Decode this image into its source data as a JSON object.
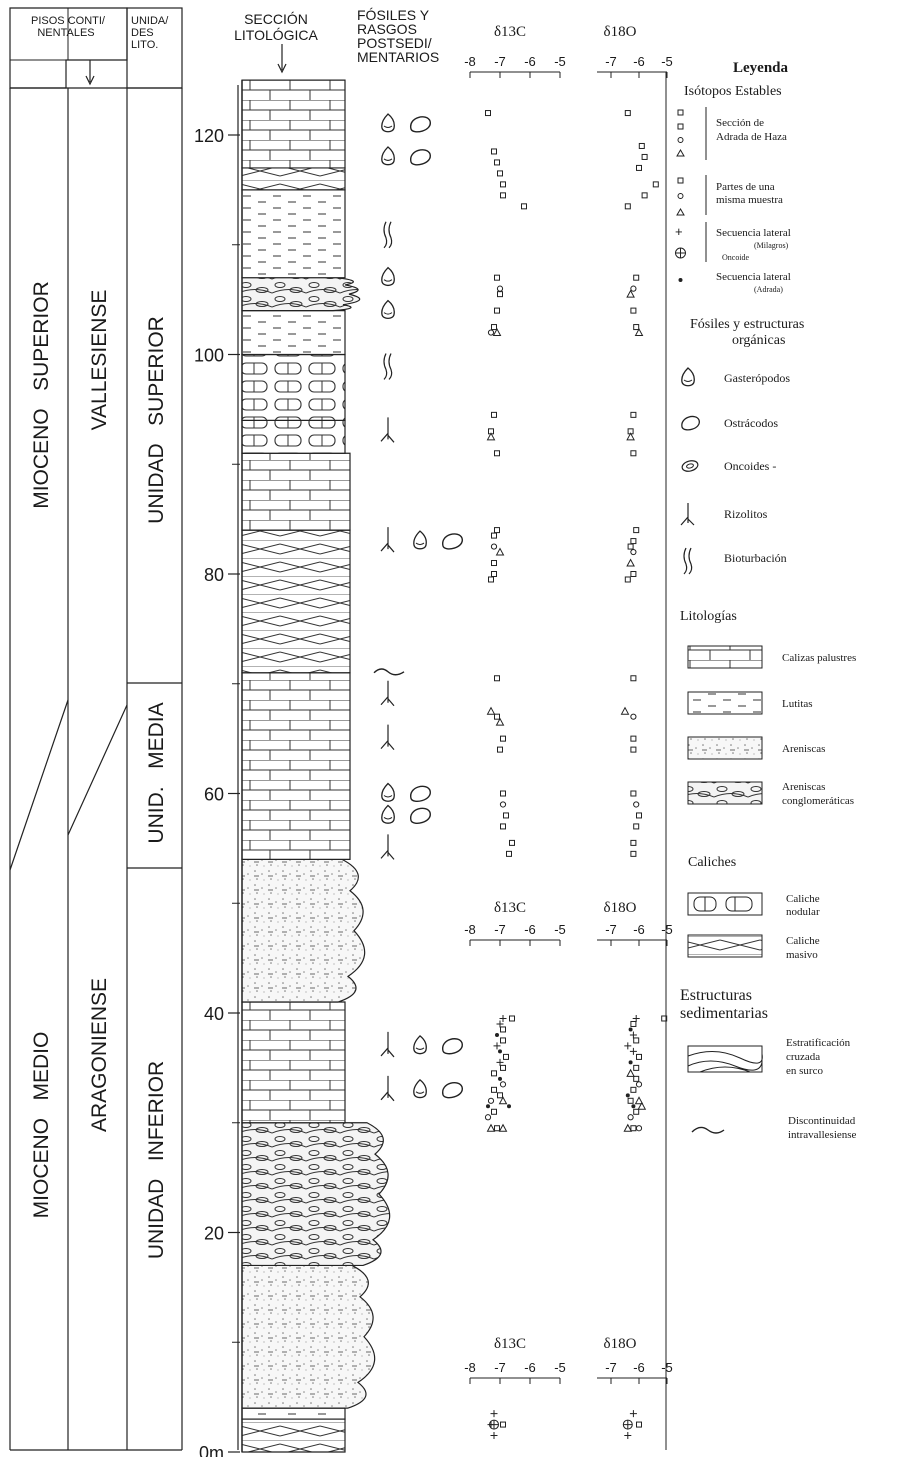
{
  "header": {
    "col1": [
      "PISOS CONTI/",
      "NENTALES"
    ],
    "col2": [
      "UNIDA/",
      "DES",
      "LITO."
    ],
    "section": [
      "SECCIÓN",
      "LITOLÓGICA"
    ],
    "fossils": [
      "FÓSILES Y",
      "RASGOS",
      "POSTSEDI/",
      "MENTARIOS"
    ]
  },
  "stages": {
    "mioceno_superior": "MIOCENO   SUPERIOR",
    "mioceno_medio": "MIOCENO   MEDIO",
    "vallesiense": "VALLESIENSE",
    "aragoniense": "ARAGONIENSE",
    "unidad_superior": "UNIDAD   SUPERIOR",
    "unid_media": "UNID.   MEDIA",
    "unidad_inferior": "UNIDAD   INFERIOR"
  },
  "scale": {
    "ticks": [
      {
        "value": 0,
        "label": "0m"
      },
      {
        "value": 20,
        "label": "20"
      },
      {
        "value": 40,
        "label": "40"
      },
      {
        "value": 60,
        "label": "60"
      },
      {
        "value": 80,
        "label": "80"
      },
      {
        "value": 100,
        "label": "100"
      },
      {
        "value": 120,
        "label": "120"
      }
    ],
    "minor": [
      10,
      30,
      50,
      70,
      90,
      110
    ],
    "max": 125
  },
  "isotopes": {
    "d13c_label": "δ13C",
    "d18o_label": "δ18O",
    "d13c_ticks": [
      "-8",
      "-7",
      "-6",
      "-5"
    ],
    "d18o_ticks": [
      "-7",
      "-6",
      "-5"
    ],
    "d13c_range": [
      -8,
      -5
    ],
    "d18o_range": [
      -7.5,
      -5
    ]
  },
  "legend": {
    "title": "Leyenda",
    "isotopes_heading": "Isótopos Estables",
    "item_adrada_haza": [
      "Sección de",
      "Adrada de Haza"
    ],
    "item_partes": [
      "Partes de una",
      "misma muestra"
    ],
    "item_milagros": "Secuencia lateral",
    "item_milagros_sub": "(Milagros)",
    "item_oncoide": "Oncoide",
    "item_adrada": "Secuencia lateral",
    "item_adrada_sub": "(Adrada)",
    "fossils_heading": [
      "Fósiles y estructuras",
      "orgánicas"
    ],
    "gasteropodos": "Gasterópodos",
    "ostracodos": "Ostrácodos",
    "oncoides": "Oncoides -",
    "rizolitos": "Rizolitos",
    "bioturbacion": "Bioturbación",
    "lithology_heading": "Litologías",
    "calizas": "Calizas palustres",
    "lutitas": "Lutitas",
    "areniscas": "Areniscas",
    "areniscas_congl": [
      "Areniscas",
      "conglomeráticas"
    ],
    "caliches_heading": "Caliches",
    "caliche_nodular": [
      "Caliche",
      "nodular"
    ],
    "caliche_masivo": [
      "Caliche",
      "masivo"
    ],
    "struct_heading": [
      "Estructuras",
      "sedimentarias"
    ],
    "estratificacion": [
      "Estratificación",
      "cruzada",
      "en surco"
    ],
    "discontinuidad": [
      "Discontinuidad",
      "intravallesiense"
    ]
  },
  "column_units": [
    {
      "from": 0,
      "to": 3,
      "lith": "caliche_masivo",
      "right": 345
    },
    {
      "from": 3,
      "to": 4,
      "lith": "lutitas",
      "right": 345
    },
    {
      "from": 4,
      "to": 17,
      "lith": "areniscas",
      "right": 370
    },
    {
      "from": 17,
      "to": 30,
      "lith": "conglomeratic",
      "right": 385
    },
    {
      "from": 30,
      "to": 41,
      "lith": "calizas",
      "right": 345
    },
    {
      "from": 41,
      "to": 54,
      "lith": "areniscas",
      "right": 360
    },
    {
      "from": 54,
      "to": 71,
      "lith": "calizas",
      "right": 350
    },
    {
      "from": 71,
      "to": 84,
      "lith": "caliche_masivo",
      "right": 350
    },
    {
      "from": 84,
      "to": 91,
      "lith": "calizas",
      "right": 350
    },
    {
      "from": 91,
      "to": 94,
      "lith": "caliche_nodular",
      "right": 345
    },
    {
      "from": 94,
      "to": 100,
      "lith": "caliche_nodular",
      "right": 345
    },
    {
      "from": 100,
      "to": 104,
      "lith": "lutitas",
      "right": 345
    },
    {
      "from": 104,
      "to": 107,
      "lith": "conglomeratic",
      "right": 355
    },
    {
      "from": 107,
      "to": 115,
      "lith": "lutitas",
      "right": 345
    },
    {
      "from": 115,
      "to": 117,
      "lith": "caliche_masivo",
      "right": 345
    },
    {
      "from": 117,
      "to": 125,
      "lith": "calizas",
      "right": 345
    }
  ],
  "fossil_marks": [
    {
      "m": 121,
      "items": [
        "gastropod",
        "ostracod"
      ]
    },
    {
      "m": 118,
      "items": [
        "gastropod",
        "ostracod"
      ]
    },
    {
      "m": 111,
      "items": [
        "bioturbation"
      ]
    },
    {
      "m": 107,
      "items": [
        "gastropod"
      ]
    },
    {
      "m": 104,
      "items": [
        "gastropod"
      ]
    },
    {
      "m": 99,
      "items": [
        "bioturbation"
      ]
    },
    {
      "m": 93,
      "items": [
        "rhizolith"
      ]
    },
    {
      "m": 83,
      "items": [
        "rhizolith",
        "gastropod",
        "ostracod"
      ]
    },
    {
      "m": 71,
      "items": [
        "wave"
      ]
    },
    {
      "m": 69,
      "items": [
        "rhizolith"
      ]
    },
    {
      "m": 65,
      "items": [
        "rhizolith"
      ]
    },
    {
      "m": 60,
      "items": [
        "gastropod",
        "ostracod"
      ]
    },
    {
      "m": 58,
      "items": [
        "gastropod",
        "ostracod"
      ]
    },
    {
      "m": 55,
      "items": [
        "rhizolith"
      ]
    },
    {
      "m": 37,
      "items": [
        "rhizolith",
        "gastropod",
        "ostracod"
      ]
    },
    {
      "m": 33,
      "items": [
        "rhizolith",
        "gastropod",
        "ostracod"
      ]
    }
  ],
  "chart_data": {
    "type": "scatter",
    "title": "",
    "xlabel": "",
    "ylabel": "",
    "series": [
      {
        "name": "δ13C",
        "points": [
          {
            "x": -7.4,
            "y": 122,
            "s": "square"
          },
          {
            "x": -7.2,
            "y": 118.5,
            "s": "square"
          },
          {
            "x": -7.1,
            "y": 117.5,
            "s": "square"
          },
          {
            "x": -7.0,
            "y": 116.5,
            "s": "square"
          },
          {
            "x": -6.9,
            "y": 115.5,
            "s": "square"
          },
          {
            "x": -6.9,
            "y": 114.5,
            "s": "square"
          },
          {
            "x": -6.2,
            "y": 113.5,
            "s": "square"
          },
          {
            "x": -7.1,
            "y": 107,
            "s": "square"
          },
          {
            "x": -7.0,
            "y": 106,
            "s": "circle"
          },
          {
            "x": -7.0,
            "y": 105.5,
            "s": "square"
          },
          {
            "x": -7.1,
            "y": 104,
            "s": "square"
          },
          {
            "x": -7.2,
            "y": 102.5,
            "s": "square"
          },
          {
            "x": -7.3,
            "y": 102,
            "s": "circle"
          },
          {
            "x": -7.1,
            "y": 102,
            "s": "triangle"
          },
          {
            "x": -7.2,
            "y": 94.5,
            "s": "square"
          },
          {
            "x": -7.3,
            "y": 93,
            "s": "square"
          },
          {
            "x": -7.3,
            "y": 92.5,
            "s": "triangle"
          },
          {
            "x": -7.1,
            "y": 91,
            "s": "square"
          },
          {
            "x": -7.1,
            "y": 84,
            "s": "square"
          },
          {
            "x": -7.2,
            "y": 83.5,
            "s": "square"
          },
          {
            "x": -7.2,
            "y": 82.5,
            "s": "circle"
          },
          {
            "x": -7.0,
            "y": 82,
            "s": "triangle"
          },
          {
            "x": -7.2,
            "y": 81,
            "s": "square"
          },
          {
            "x": -7.2,
            "y": 80,
            "s": "square"
          },
          {
            "x": -7.3,
            "y": 79.5,
            "s": "square"
          },
          {
            "x": -7.1,
            "y": 70.5,
            "s": "square"
          },
          {
            "x": -7.3,
            "y": 67.5,
            "s": "triangle"
          },
          {
            "x": -7.1,
            "y": 67,
            "s": "square"
          },
          {
            "x": -7.0,
            "y": 66.5,
            "s": "triangle"
          },
          {
            "x": -6.9,
            "y": 65,
            "s": "square"
          },
          {
            "x": -7.0,
            "y": 64,
            "s": "square"
          },
          {
            "x": -6.9,
            "y": 60,
            "s": "square"
          },
          {
            "x": -6.9,
            "y": 59,
            "s": "circle"
          },
          {
            "x": -6.8,
            "y": 58,
            "s": "square"
          },
          {
            "x": -6.9,
            "y": 57,
            "s": "square"
          },
          {
            "x": -6.6,
            "y": 55.5,
            "s": "square"
          },
          {
            "x": -6.7,
            "y": 54.5,
            "s": "square"
          },
          {
            "x": -6.6,
            "y": 39.5,
            "s": "square"
          },
          {
            "x": -6.9,
            "y": 39.5,
            "s": "plus"
          },
          {
            "x": -7.0,
            "y": 39,
            "s": "plus"
          },
          {
            "x": -6.9,
            "y": 38.5,
            "s": "square"
          },
          {
            "x": -7.1,
            "y": 38,
            "s": "dot"
          },
          {
            "x": -6.9,
            "y": 37.5,
            "s": "square"
          },
          {
            "x": -7.1,
            "y": 37,
            "s": "plus"
          },
          {
            "x": -7.0,
            "y": 36.5,
            "s": "dot"
          },
          {
            "x": -6.8,
            "y": 36,
            "s": "square"
          },
          {
            "x": -7.0,
            "y": 35.5,
            "s": "plus"
          },
          {
            "x": -6.9,
            "y": 35,
            "s": "square"
          },
          {
            "x": -7.2,
            "y": 34.5,
            "s": "square"
          },
          {
            "x": -7.0,
            "y": 34,
            "s": "dot"
          },
          {
            "x": -6.9,
            "y": 33.5,
            "s": "circle"
          },
          {
            "x": -7.2,
            "y": 33,
            "s": "square"
          },
          {
            "x": -7.0,
            "y": 32.5,
            "s": "square"
          },
          {
            "x": -7.3,
            "y": 32,
            "s": "circle"
          },
          {
            "x": -6.9,
            "y": 32,
            "s": "triangle"
          },
          {
            "x": -7.4,
            "y": 31.5,
            "s": "dot"
          },
          {
            "x": -6.7,
            "y": 31.5,
            "s": "dot"
          },
          {
            "x": -7.2,
            "y": 31,
            "s": "square"
          },
          {
            "x": -7.4,
            "y": 30.5,
            "s": "circle"
          },
          {
            "x": -7.3,
            "y": 29.5,
            "s": "triangle"
          },
          {
            "x": -7.1,
            "y": 29.5,
            "s": "square"
          },
          {
            "x": -6.9,
            "y": 29.5,
            "s": "triangle"
          },
          {
            "x": -7.2,
            "y": 3.5,
            "s": "plus"
          },
          {
            "x": -7.3,
            "y": 2.5,
            "s": "plus"
          },
          {
            "x": -7.2,
            "y": 2.5,
            "s": "oplus"
          },
          {
            "x": -6.9,
            "y": 2.5,
            "s": "square"
          },
          {
            "x": -7.2,
            "y": 1.5,
            "s": "plus"
          }
        ]
      },
      {
        "name": "δ18O",
        "points": [
          {
            "x": -6.4,
            "y": 122,
            "s": "square"
          },
          {
            "x": -5.9,
            "y": 119,
            "s": "square"
          },
          {
            "x": -5.8,
            "y": 118,
            "s": "square"
          },
          {
            "x": -6.0,
            "y": 117,
            "s": "square"
          },
          {
            "x": -5.4,
            "y": 115.5,
            "s": "square"
          },
          {
            "x": -5.8,
            "y": 114.5,
            "s": "square"
          },
          {
            "x": -6.4,
            "y": 113.5,
            "s": "square"
          },
          {
            "x": -6.1,
            "y": 107,
            "s": "square"
          },
          {
            "x": -6.2,
            "y": 106,
            "s": "circle"
          },
          {
            "x": -6.3,
            "y": 105.5,
            "s": "triangle"
          },
          {
            "x": -6.2,
            "y": 104,
            "s": "square"
          },
          {
            "x": -6.1,
            "y": 102.5,
            "s": "square"
          },
          {
            "x": -6.0,
            "y": 102,
            "s": "triangle"
          },
          {
            "x": -6.2,
            "y": 94.5,
            "s": "square"
          },
          {
            "x": -6.3,
            "y": 93,
            "s": "square"
          },
          {
            "x": -6.3,
            "y": 92.5,
            "s": "triangle"
          },
          {
            "x": -6.2,
            "y": 91,
            "s": "square"
          },
          {
            "x": -6.1,
            "y": 84,
            "s": "square"
          },
          {
            "x": -6.2,
            "y": 83,
            "s": "square"
          },
          {
            "x": -6.3,
            "y": 82.5,
            "s": "square"
          },
          {
            "x": -6.2,
            "y": 82,
            "s": "circle"
          },
          {
            "x": -6.3,
            "y": 81,
            "s": "triangle"
          },
          {
            "x": -6.2,
            "y": 80,
            "s": "square"
          },
          {
            "x": -6.4,
            "y": 79.5,
            "s": "square"
          },
          {
            "x": -6.2,
            "y": 70.5,
            "s": "square"
          },
          {
            "x": -6.5,
            "y": 67.5,
            "s": "triangle"
          },
          {
            "x": -6.2,
            "y": 67,
            "s": "circle"
          },
          {
            "x": -6.2,
            "y": 65,
            "s": "square"
          },
          {
            "x": -6.2,
            "y": 64,
            "s": "square"
          },
          {
            "x": -6.2,
            "y": 60,
            "s": "square"
          },
          {
            "x": -6.1,
            "y": 59,
            "s": "circle"
          },
          {
            "x": -6.0,
            "y": 58,
            "s": "square"
          },
          {
            "x": -6.1,
            "y": 57,
            "s": "square"
          },
          {
            "x": -6.2,
            "y": 55.5,
            "s": "square"
          },
          {
            "x": -6.2,
            "y": 54.5,
            "s": "square"
          },
          {
            "x": -5.1,
            "y": 39.5,
            "s": "square"
          },
          {
            "x": -6.1,
            "y": 39.5,
            "s": "plus"
          },
          {
            "x": -6.2,
            "y": 39,
            "s": "square"
          },
          {
            "x": -6.3,
            "y": 38.5,
            "s": "dot"
          },
          {
            "x": -6.2,
            "y": 38,
            "s": "plus"
          },
          {
            "x": -6.1,
            "y": 37.5,
            "s": "square"
          },
          {
            "x": -6.4,
            "y": 37,
            "s": "plus"
          },
          {
            "x": -6.2,
            "y": 36.5,
            "s": "plus"
          },
          {
            "x": -6.0,
            "y": 36,
            "s": "square"
          },
          {
            "x": -6.3,
            "y": 35.5,
            "s": "dot"
          },
          {
            "x": -6.1,
            "y": 35,
            "s": "square"
          },
          {
            "x": -6.3,
            "y": 34.5,
            "s": "triangle"
          },
          {
            "x": -6.1,
            "y": 34,
            "s": "square"
          },
          {
            "x": -6.0,
            "y": 33.5,
            "s": "circle"
          },
          {
            "x": -6.2,
            "y": 33,
            "s": "square"
          },
          {
            "x": -6.4,
            "y": 32.5,
            "s": "dot"
          },
          {
            "x": -6.3,
            "y": 32,
            "s": "square"
          },
          {
            "x": -6.0,
            "y": 32,
            "s": "triangle"
          },
          {
            "x": -6.2,
            "y": 31.5,
            "s": "dot"
          },
          {
            "x": -5.9,
            "y": 31.5,
            "s": "triangle"
          },
          {
            "x": -6.1,
            "y": 31,
            "s": "square"
          },
          {
            "x": -6.3,
            "y": 30.5,
            "s": "circle"
          },
          {
            "x": -6.4,
            "y": 29.5,
            "s": "triangle"
          },
          {
            "x": -6.2,
            "y": 29.5,
            "s": "square"
          },
          {
            "x": -6.0,
            "y": 29.5,
            "s": "circle"
          },
          {
            "x": -6.2,
            "y": 3.5,
            "s": "plus"
          },
          {
            "x": -6.4,
            "y": 2.5,
            "s": "oplus"
          },
          {
            "x": -6.0,
            "y": 2.5,
            "s": "square"
          },
          {
            "x": -6.4,
            "y": 1.5,
            "s": "plus"
          }
        ]
      }
    ]
  }
}
